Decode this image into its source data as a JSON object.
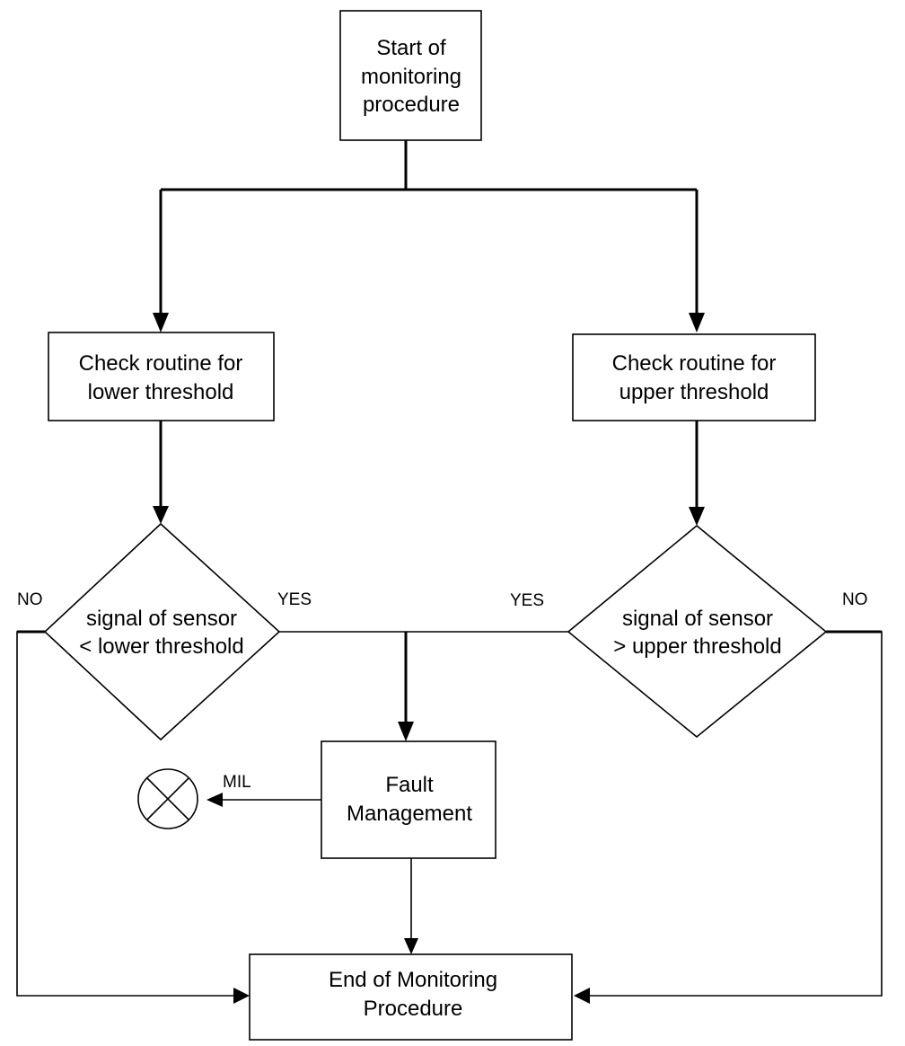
{
  "nodes": {
    "start": {
      "lines": [
        "Start of",
        "monitoring",
        "procedure"
      ]
    },
    "check_lower": {
      "lines": [
        "Check routine for",
        "lower threshold"
      ]
    },
    "check_upper": {
      "lines": [
        "Check routine for",
        "upper threshold"
      ]
    },
    "decision_lower": {
      "lines": [
        "signal of sensor",
        "< lower threshold"
      ]
    },
    "decision_upper": {
      "lines": [
        "signal of sensor",
        "> upper threshold"
      ]
    },
    "fault": {
      "lines": [
        "Fault",
        "Management"
      ]
    },
    "end": {
      "lines": [
        "End of Monitoring",
        "Procedure"
      ]
    }
  },
  "edge_labels": {
    "lower_no": "NO",
    "lower_yes": "YES",
    "upper_yes": "YES",
    "upper_no": "NO",
    "mil": "MIL"
  },
  "icons": {
    "mil_lamp": "mil-lamp-icon"
  },
  "colors": {
    "stroke": "#000000",
    "background": "#ffffff"
  }
}
